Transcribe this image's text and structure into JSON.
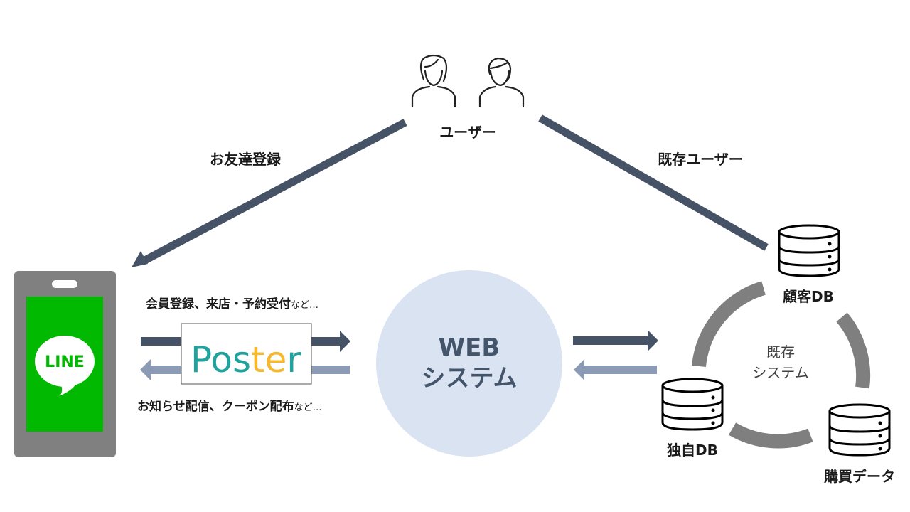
{
  "labels": {
    "users": "ユーザー",
    "friend_add": "お友達登録",
    "existing_users": "既存ユーザー",
    "line_to_web_main": "会員登録、来店・予約受付",
    "line_to_web_suffix": "など…",
    "web_to_line_main": "お知らせ配信、クーポン配布",
    "web_to_line_suffix": "など…",
    "web_system_line1": "WEB",
    "web_system_line2": "システム",
    "existing_system_line1": "既存",
    "existing_system_line2": "システム",
    "customer_db": "顧客DB",
    "own_db": "独自DB",
    "purchase_data": "購買データ"
  },
  "logos": {
    "line": "LINE",
    "poster": "Poster"
  },
  "icons": {
    "user_female": "user-female-icon",
    "user_male": "user-male-icon",
    "phone": "smartphone-icon",
    "database": "database-icon"
  },
  "colors": {
    "arrow_dark": "#465266",
    "arrow_light": "#8c9bb5",
    "web_circle": "#dae3f2",
    "web_text": "#44546a",
    "cycle_gray": "#7f7f7f",
    "phone_body": "#808080",
    "line_green": "#00b900",
    "poster_teal": "#1fa39c",
    "poster_yellow": "#f5b82e"
  }
}
